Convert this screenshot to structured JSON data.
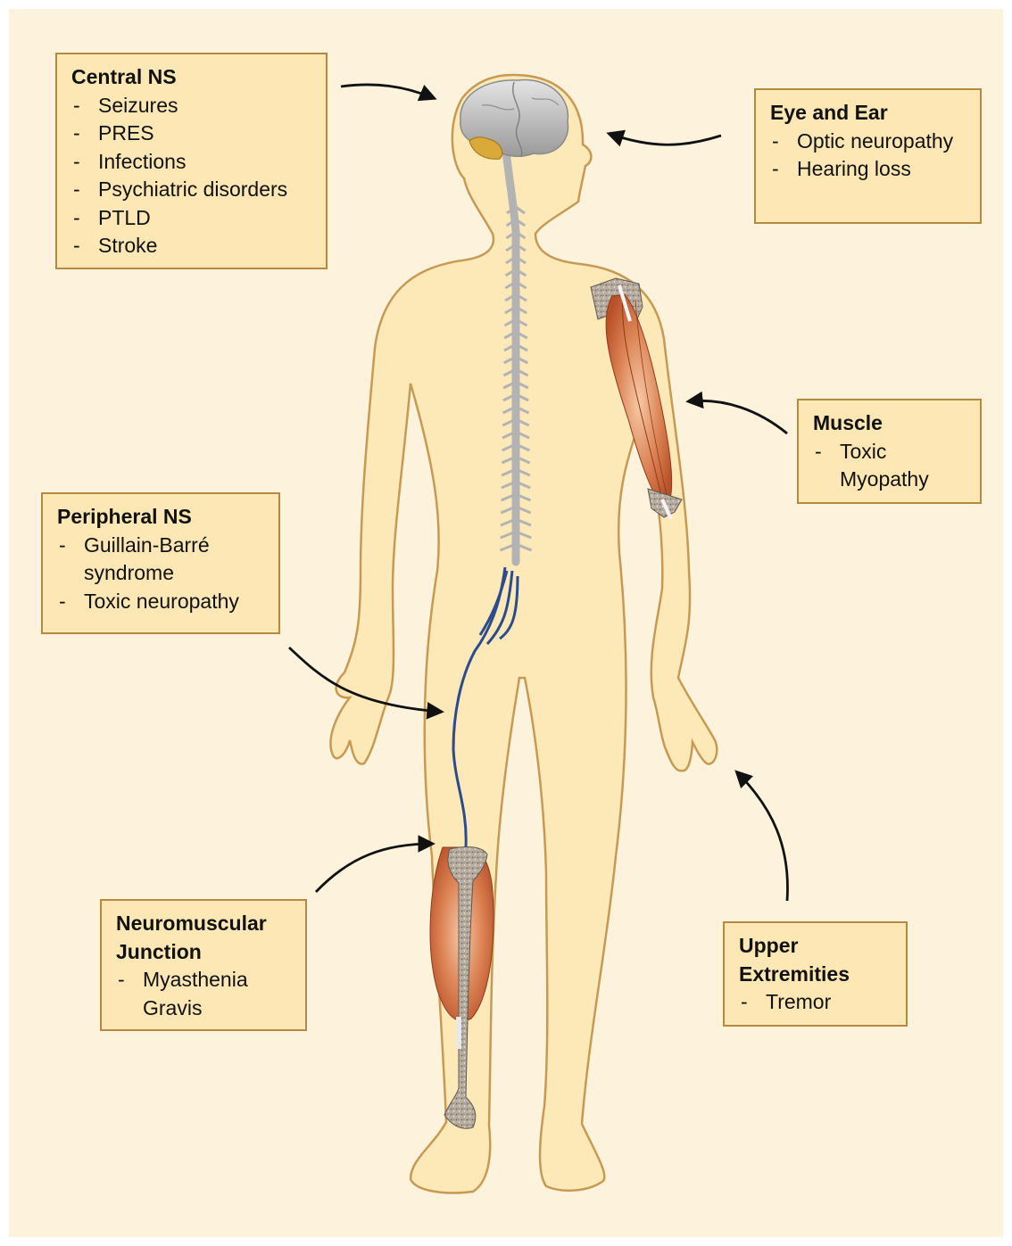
{
  "boxes": {
    "central": {
      "title": "Central NS",
      "items": [
        "Seizures",
        "PRES",
        "Infections",
        "Psychiatric disorders",
        "PTLD",
        "Stroke"
      ]
    },
    "eye": {
      "title": "Eye and Ear",
      "items": [
        "Optic neuropathy",
        "Hearing loss"
      ]
    },
    "muscle": {
      "title": "Muscle",
      "items": [
        "Toxic Myopathy"
      ]
    },
    "peripheral": {
      "title": "Peripheral NS",
      "items": [
        "Guillain-Barré syndrome",
        "Toxic neuropathy"
      ]
    },
    "nmj": {
      "title": "Neuromuscular Junction",
      "items": [
        "Myasthenia Gravis"
      ]
    },
    "upper": {
      "title": "Upper Extremities",
      "items": [
        "Tremor"
      ]
    }
  },
  "colors": {
    "background": "#fdf3dc",
    "box_fill": "#fde7b4",
    "box_border": "#b5893f",
    "body_fill": "#fde9b8",
    "body_outline": "#c79a54",
    "nerve_gray": "#b3b3b3",
    "nerve_blue": "#2c4b8e",
    "muscle": "#d06a3c",
    "bone": "#a39a8c"
  },
  "icons": {
    "brain": "brain-icon",
    "spinal_cord": "spinal-cord-icon",
    "arm_muscle": "arm-muscle-icon",
    "leg_muscle": "leg-muscle-icon"
  }
}
